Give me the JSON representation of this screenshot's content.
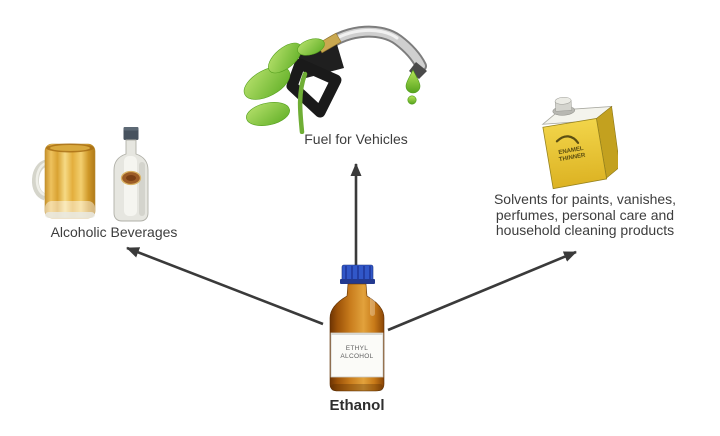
{
  "labels": {
    "fuel": "Fuel for Vehicles",
    "beverages": "Alcoholic Beverages",
    "solvents_line1": "Solvents for paints, vanishes,",
    "solvents_line2": "perfumes, personal care and",
    "solvents_line3": "household cleaning products",
    "center": "Ethanol"
  },
  "bottle_label": {
    "line1": "ETHYL",
    "line2": "ALCOHOL"
  },
  "can_label": {
    "line1": "ENAMEL",
    "line2": "THINNER"
  },
  "colors": {
    "background": "#ffffff",
    "arrow": "#3a3a3a",
    "text": "#3d3d3d",
    "leaf_green": "#76bd3a",
    "drop_green": "#8ed34a",
    "can_yellow": "#ecc832",
    "bottle_amber": "#c4761a",
    "bottle_cap_blue": "#2e4fc0",
    "beer_amber": "#e8b23e"
  }
}
